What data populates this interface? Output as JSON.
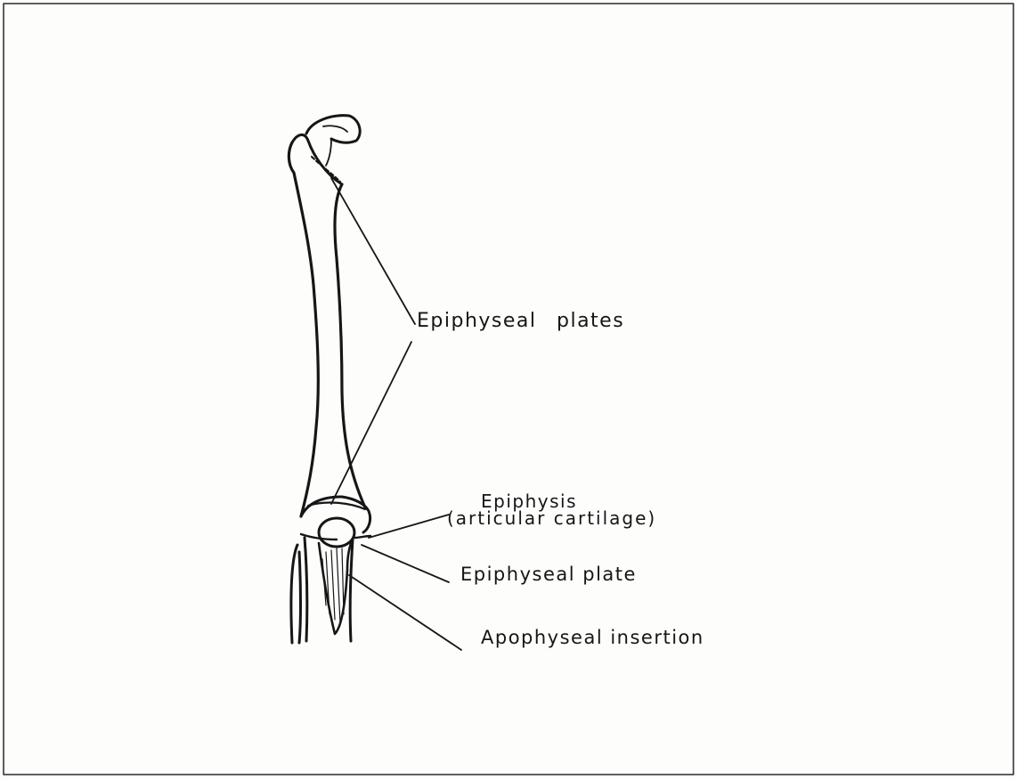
{
  "diagram": {
    "labels": {
      "epiphyseal_plates": "Epiphyseal  plates",
      "epiphysis": "Epiphysis",
      "articular_cartilage": "(articular cartilage)",
      "epiphyseal_plate": "Epiphyseal plate",
      "apophyseal_insertion": "Apophyseal insertion"
    }
  },
  "colors": {
    "ink": "#161616",
    "paper": "#fdfdfc",
    "frame": "#2a2a2a"
  }
}
